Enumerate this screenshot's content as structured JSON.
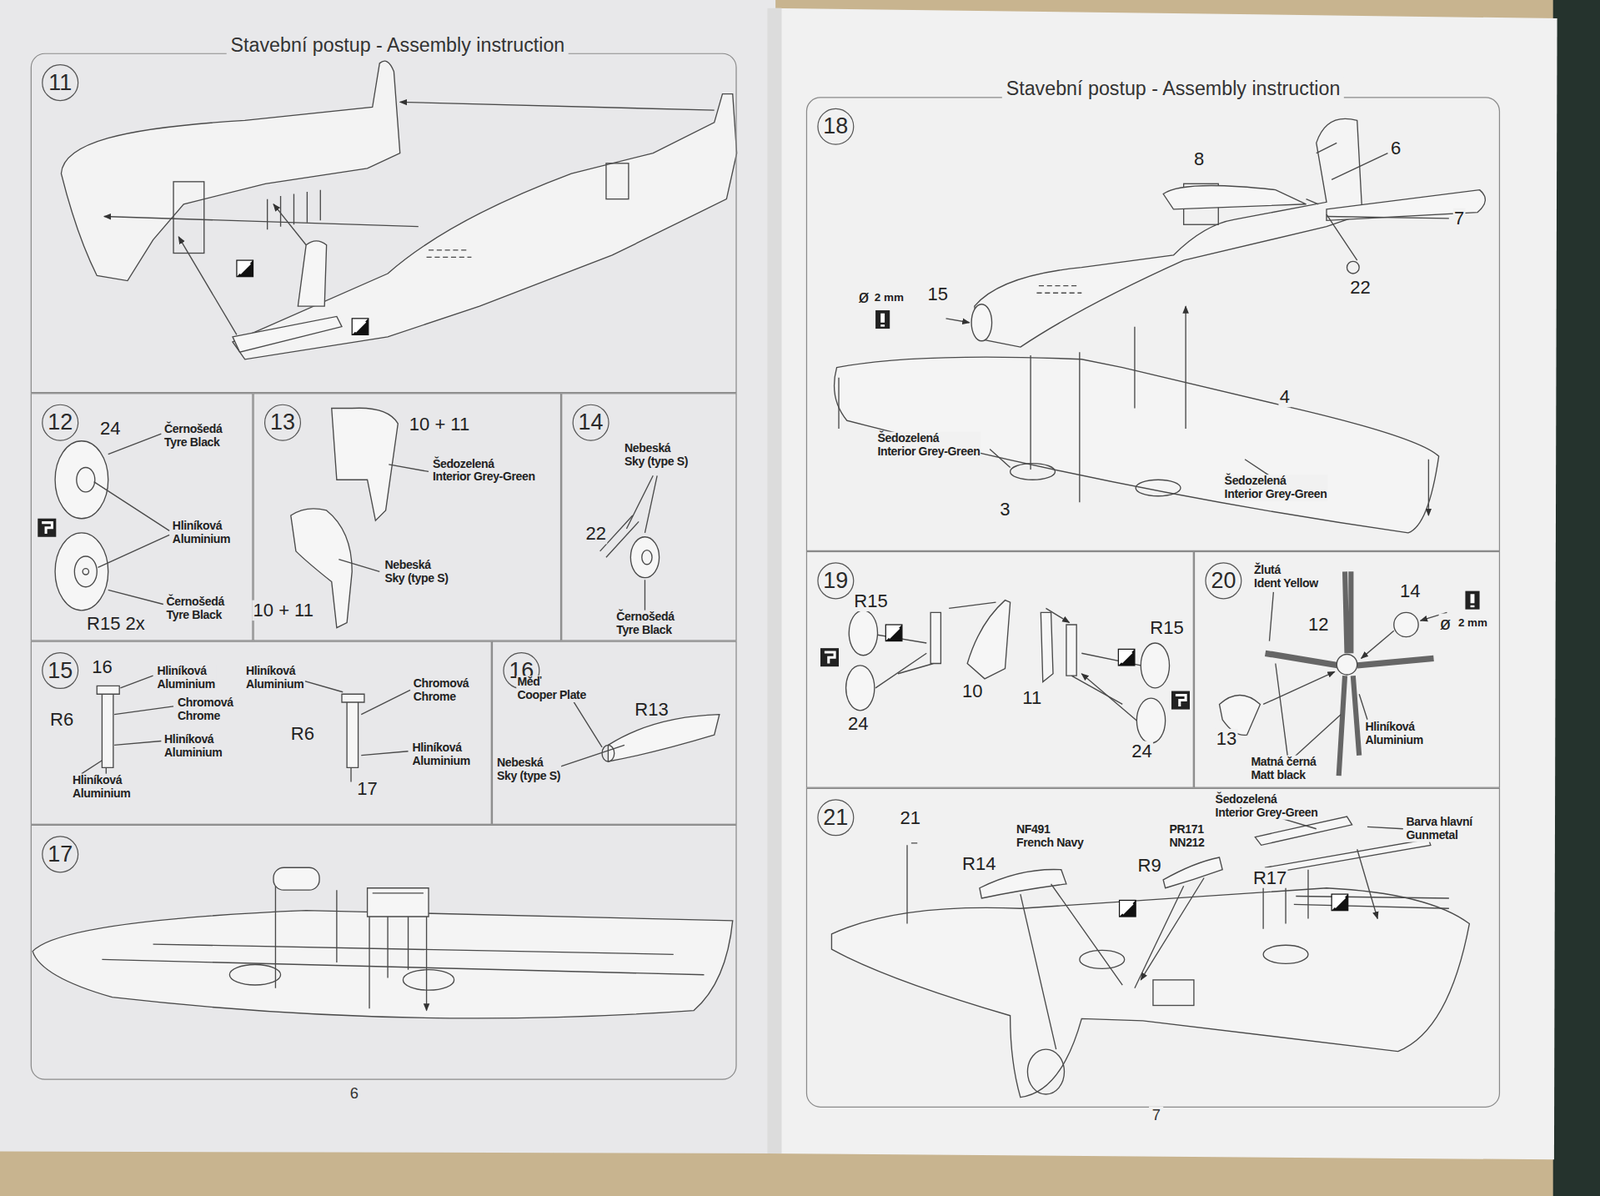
{
  "diagram": {
    "nodes": [
      {
        "text": [
          "11"
        ]
      },
      {
        "text": [
          "12"
        ]
      },
      {
        "text": [
          "13"
        ]
      },
      {
        "text": [
          "14"
        ]
      },
      {
        "text": [
          "15"
        ]
      },
      {
        "text": [
          "16"
        ]
      },
      {
        "text": [
          "17"
        ]
      },
      {
        "text": [
          "18"
        ]
      },
      {
        "text": [
          "19"
        ]
      },
      {
        "text": [
          "20"
        ]
      },
      {
        "text": [
          "21"
        ]
      }
    ],
    "labels": [
      "Stavební postup - Assembly instruction",
      "24",
      "Černošedá Tyre Black",
      "Hliníková Aluminium",
      "Černošedá Tyre Black",
      "R15 2x",
      "10 + 11",
      "Šedozelená Interior Grey-Green",
      "Nebeská Sky (type S)",
      "10 + 11",
      "Nebeská Sky (type S)",
      "22",
      "Černošedá Tyre Black",
      "16",
      "Hliníková Aluminium",
      "Chromová Chrome",
      "R6",
      "Hliníková Aluminium",
      "Hliníková Aluminium",
      "Hliníková Aluminium",
      "Chromová Chrome",
      "R6",
      "Hliníková Aluminium",
      "17",
      "Měď Cooper Plate",
      "R13",
      "Nebeská Sky (type S)",
      "6",
      "Stavební postup - Assembly instruction",
      "8",
      "6",
      "7",
      "22",
      "ø",
      "2 mm",
      "15",
      "4",
      "Šedozelená Interior Grey-Green",
      "3",
      "Šedozelená Interior Grey-Green",
      "R15",
      "10",
      "24",
      "11",
      "R15",
      "24",
      "Žlutá Ident Yellow",
      "12",
      "14",
      "ø",
      "2 mm",
      "13",
      "Hliníková Aluminium",
      "Matná černá Matt black",
      "21",
      "NF491 French Navy",
      "R14",
      "PR171 NN212",
      "R9",
      "Šedozelená Interior Grey-Green",
      "Barva hlavní Gunmetal",
      "R17",
      "7"
    ]
  }
}
